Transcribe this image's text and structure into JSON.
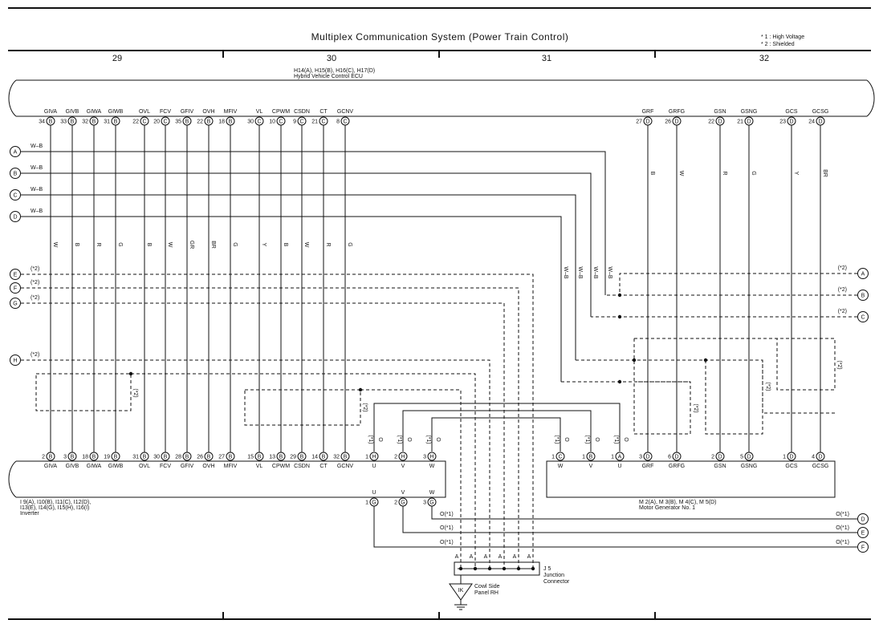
{
  "title": "Multiplex Communication System (Power Train Control)",
  "notes": [
    "* 1 : High Voltage",
    "* 2 : Shielded"
  ],
  "columns": [
    "29",
    "30",
    "31",
    "32"
  ],
  "ecu": {
    "codes": "H14(A), H15(B), H16(C), H17(D)",
    "name": "Hybrid Vehicle Control ECU"
  },
  "ecu_top_pins": [
    {
      "name": "GIVA",
      "num": "34",
      "conn": "B",
      "color": "W"
    },
    {
      "name": "GIVB",
      "num": "33",
      "conn": "B",
      "color": "B"
    },
    {
      "name": "GIWA",
      "num": "32",
      "conn": "B",
      "color": "R"
    },
    {
      "name": "GIWB",
      "num": "31",
      "conn": "B",
      "color": "G"
    },
    {
      "name": "OVL",
      "num": "22",
      "conn": "C",
      "color": "B"
    },
    {
      "name": "FCV",
      "num": "20",
      "conn": "C",
      "color": "W"
    },
    {
      "name": "GFIV",
      "num": "35",
      "conn": "B",
      "color": "GR"
    },
    {
      "name": "OVH",
      "num": "22",
      "conn": "B",
      "color": "BR"
    },
    {
      "name": "MFIV",
      "num": "18",
      "conn": "B",
      "color": "G"
    },
    {
      "name": "VL",
      "num": "30",
      "conn": "C",
      "color": "Y"
    },
    {
      "name": "CPWM",
      "num": "10",
      "conn": "C",
      "color": "B"
    },
    {
      "name": "CSDN",
      "num": "9",
      "conn": "C",
      "color": "W"
    },
    {
      "name": "CT",
      "num": "21",
      "conn": "C",
      "color": "R"
    },
    {
      "name": "GCNV",
      "num": "8",
      "conn": "C",
      "color": "G"
    }
  ],
  "ecu_right_pins": [
    {
      "name": "GRF",
      "num": "27",
      "conn": "D",
      "color": "B"
    },
    {
      "name": "GRFG",
      "num": "26",
      "conn": "D",
      "color": "W"
    },
    {
      "name": "GSN",
      "num": "22",
      "conn": "D",
      "color": "R"
    },
    {
      "name": "GSNG",
      "num": "21",
      "conn": "D",
      "color": "G"
    },
    {
      "name": "GCS",
      "num": "23",
      "conn": "D",
      "color": "Y"
    },
    {
      "name": "GCSG",
      "num": "24",
      "conn": "D",
      "color": "BR"
    }
  ],
  "left_refs": [
    {
      "id": "A",
      "label": "W–B"
    },
    {
      "id": "B",
      "label": "W–B"
    },
    {
      "id": "C",
      "label": "W–B"
    },
    {
      "id": "D",
      "label": "W–B"
    },
    {
      "id": "E",
      "label": "(*2)"
    },
    {
      "id": "F",
      "label": "(*2)"
    },
    {
      "id": "G",
      "label": "(*2)"
    },
    {
      "id": "H",
      "label": "(*2)"
    }
  ],
  "right_refs_top": [
    {
      "id": "A",
      "label": "(*2)"
    },
    {
      "id": "B",
      "label": "(*2)"
    },
    {
      "id": "C",
      "label": "(*2)"
    }
  ],
  "right_refs_bottom": [
    {
      "id": "D",
      "label": "O(*1)"
    },
    {
      "id": "E",
      "label": "O(*1)"
    },
    {
      "id": "F",
      "label": "O(*1)"
    }
  ],
  "mid_wire_labels": [
    "W–B",
    "W–B",
    "W–B",
    "W–B"
  ],
  "shield_tag": "(*2)",
  "hv_tag": "(*1)",
  "hv_color": "O",
  "inverter": {
    "codes1": "I 9(A), I10(B), I11(C), I12(D),",
    "codes2": "I13(E), I14(G), I15(H), I16(I)",
    "name": "Inverter",
    "pins": [
      {
        "name": "GIVA",
        "num": "2",
        "conn": "B"
      },
      {
        "name": "GIVB",
        "num": "3",
        "conn": "B"
      },
      {
        "name": "GIWA",
        "num": "18",
        "conn": "B"
      },
      {
        "name": "GIWB",
        "num": "19",
        "conn": "B"
      },
      {
        "name": "OVL",
        "num": "31",
        "conn": "B"
      },
      {
        "name": "FCV",
        "num": "30",
        "conn": "B"
      },
      {
        "name": "GFIV",
        "num": "28",
        "conn": "B"
      },
      {
        "name": "OVH",
        "num": "26",
        "conn": "B"
      },
      {
        "name": "MFIV",
        "num": "27",
        "conn": "B"
      },
      {
        "name": "VL",
        "num": "15",
        "conn": "B"
      },
      {
        "name": "CPWM",
        "num": "13",
        "conn": "B"
      },
      {
        "name": "CSDN",
        "num": "29",
        "conn": "B"
      },
      {
        "name": "CT",
        "num": "14",
        "conn": "B"
      },
      {
        "name": "GCNV",
        "num": "32",
        "conn": "B"
      }
    ],
    "hv_top": [
      {
        "name": "U",
        "num": "1",
        "conn": "H"
      },
      {
        "name": "V",
        "num": "2",
        "conn": "H"
      },
      {
        "name": "W",
        "num": "3",
        "conn": "H"
      }
    ],
    "hv_bottom": [
      {
        "name": "U",
        "num": "1",
        "conn": "G"
      },
      {
        "name": "V",
        "num": "2",
        "conn": "G"
      },
      {
        "name": "W",
        "num": "3",
        "conn": "G"
      }
    ]
  },
  "motor": {
    "codes": "M 2(A), M 3(B), M 4(C), M 5(D)",
    "name": "Motor Generator No. 1",
    "hv": [
      {
        "name": "W",
        "num": "1",
        "conn": "C"
      },
      {
        "name": "V",
        "num": "1",
        "conn": "B"
      },
      {
        "name": "U",
        "num": "1",
        "conn": "A"
      }
    ],
    "pins": [
      {
        "name": "GRF",
        "num": "3",
        "conn": "D"
      },
      {
        "name": "GRFG",
        "num": "6",
        "conn": "D"
      },
      {
        "name": "GSN",
        "num": "2",
        "conn": "D"
      },
      {
        "name": "GSNG",
        "num": "5",
        "conn": "D"
      },
      {
        "name": "GCS",
        "num": "1",
        "conn": "D"
      },
      {
        "name": "GCSG",
        "num": "4",
        "conn": "D"
      }
    ]
  },
  "junction": {
    "id": "J 5",
    "name1": "Junction",
    "name2": "Connector",
    "pin": "A"
  },
  "ground": {
    "id": "IK",
    "name1": "Cowl Side",
    "name2": "Panel RH"
  }
}
